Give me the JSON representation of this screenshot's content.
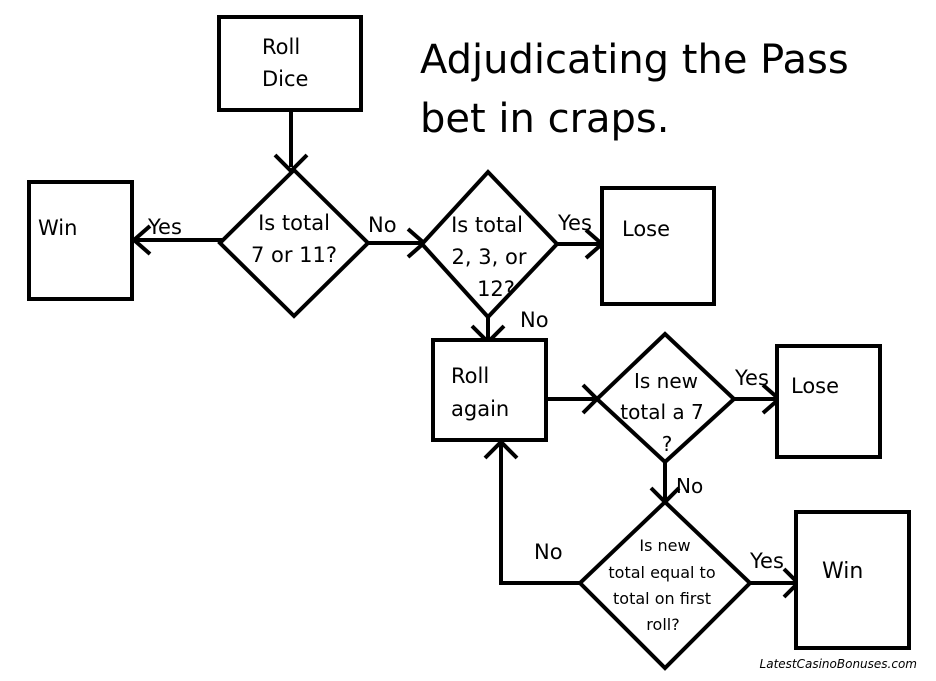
{
  "title_lines": [
    "Adjudicating the Pass",
    "bet in craps."
  ],
  "nodes": {
    "roll_dice": [
      "Roll",
      "Dice"
    ],
    "is_7_or_11": [
      "Is total",
      "7 or 11?"
    ],
    "win_1": [
      "Win"
    ],
    "is_2_3_12": [
      "Is total",
      "2, 3, or",
      "12?"
    ],
    "lose_1": [
      "Lose"
    ],
    "roll_again": [
      "Roll",
      "again"
    ],
    "is_new_7": [
      "Is new",
      "total a 7",
      "?"
    ],
    "lose_2": [
      "Lose"
    ],
    "is_equal_first": [
      "Is new",
      "total equal to",
      "total on first",
      "roll?"
    ],
    "win_2": [
      "Win"
    ]
  },
  "edge_labels": {
    "yes_to_win_1": "Yes",
    "no_to_2_3_12": "No",
    "yes_to_lose_1": "Yes",
    "no_to_roll_again": "No",
    "yes_to_lose_2": "Yes",
    "no_to_equal": "No",
    "no_loop_back": "No",
    "yes_to_win_2": "Yes"
  },
  "watermark": "LatestCasinoBonuses.com"
}
